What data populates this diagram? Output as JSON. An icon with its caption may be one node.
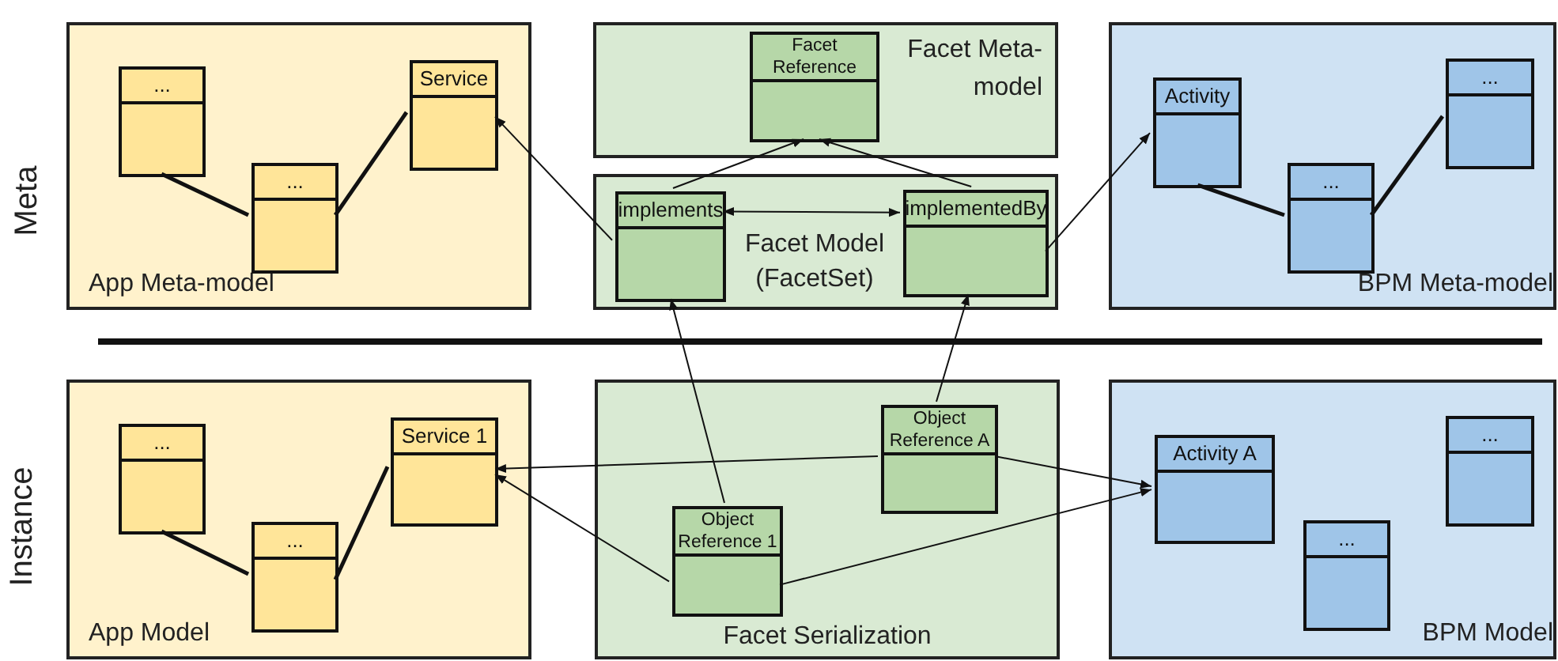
{
  "diagram": {
    "nodes": [
      {
        "text": [
          "App Meta-model"
        ]
      },
      {
        "text": [
          "..."
        ],
        "in": 0
      },
      {
        "text": [
          "..."
        ],
        "in": 0
      },
      {
        "text": [
          "Service"
        ],
        "in": 0
      },
      {
        "text": [
          "Facet Meta-model"
        ]
      },
      {
        "text": [
          "Facet Reference"
        ],
        "in": 4
      },
      {
        "text": [
          "Facet Model (FacetSet)"
        ]
      },
      {
        "text": [
          "implements"
        ],
        "in": 6
      },
      {
        "text": [
          "implementedBy"
        ],
        "in": 6
      },
      {
        "text": [
          "BPM Meta-model"
        ]
      },
      {
        "text": [
          "Activity"
        ],
        "in": 9
      },
      {
        "text": [
          "..."
        ],
        "in": 9
      },
      {
        "text": [
          "..."
        ],
        "in": 9
      },
      {
        "text": [
          "App Model"
        ]
      },
      {
        "text": [
          "..."
        ],
        "in": 13
      },
      {
        "text": [
          "..."
        ],
        "in": 13
      },
      {
        "text": [
          "Service 1"
        ],
        "in": 13
      },
      {
        "text": [
          "Facet Serialization"
        ]
      },
      {
        "text": [
          "Object Reference A"
        ],
        "in": 17
      },
      {
        "text": [
          "Object Reference 1"
        ],
        "in": 17
      },
      {
        "text": [
          "BPM Model"
        ]
      },
      {
        "text": [
          "Activity A"
        ],
        "in": 20
      },
      {
        "text": [
          "..."
        ],
        "in": 20
      },
      {
        "text": [
          "..."
        ],
        "in": 20
      }
    ],
    "edges": [
      {
        "from": 1,
        "to": 2,
        "arrow": "none",
        "style": "thick"
      },
      {
        "from": 2,
        "to": 3,
        "arrow": "none",
        "style": "thick"
      },
      {
        "from": 7,
        "to": 3,
        "arrow": "to"
      },
      {
        "from": 7,
        "to": 5,
        "arrow": "to"
      },
      {
        "from": 8,
        "to": 5,
        "arrow": "to"
      },
      {
        "from": 7,
        "to": 8,
        "arrow": "both"
      },
      {
        "from": 8,
        "to": 10,
        "arrow": "to"
      },
      {
        "from": 10,
        "to": 11,
        "arrow": "none",
        "style": "thick"
      },
      {
        "from": 11,
        "to": 12,
        "arrow": "none",
        "style": "thick"
      },
      {
        "from": 14,
        "to": 15,
        "arrow": "none",
        "style": "thick"
      },
      {
        "from": 15,
        "to": 16,
        "arrow": "none",
        "style": "thick"
      },
      {
        "from": 19,
        "to": 7,
        "arrow": "to"
      },
      {
        "from": 18,
        "to": 8,
        "arrow": "to"
      },
      {
        "from": 18,
        "to": 16,
        "arrow": "to"
      },
      {
        "from": 19,
        "to": 16,
        "arrow": "to"
      },
      {
        "from": 18,
        "to": 21,
        "arrow": "to"
      },
      {
        "from": 19,
        "to": 21,
        "arrow": "to"
      }
    ],
    "labels": [
      "Meta",
      "Instance"
    ]
  }
}
